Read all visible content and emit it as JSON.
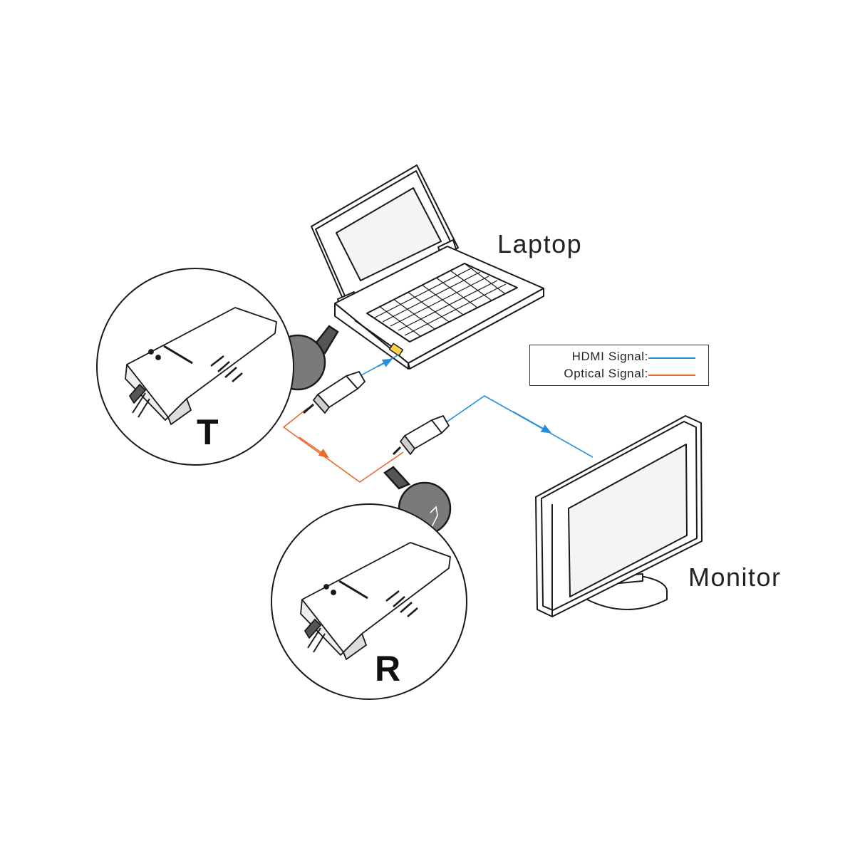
{
  "labels": {
    "laptop": "Laptop",
    "monitor": "Monitor",
    "transmitter": "T",
    "receiver": "R"
  },
  "legend": {
    "hdmi": {
      "label": "HDMI Signal:",
      "color": "#2b8fd6"
    },
    "optical": {
      "label": "Optical Signal:",
      "color": "#ea6a2b"
    }
  },
  "colors": {
    "stroke": "#1a1a1a",
    "screen_fill": "#f4f4f4",
    "lens_fill": "#7a7a7a"
  }
}
